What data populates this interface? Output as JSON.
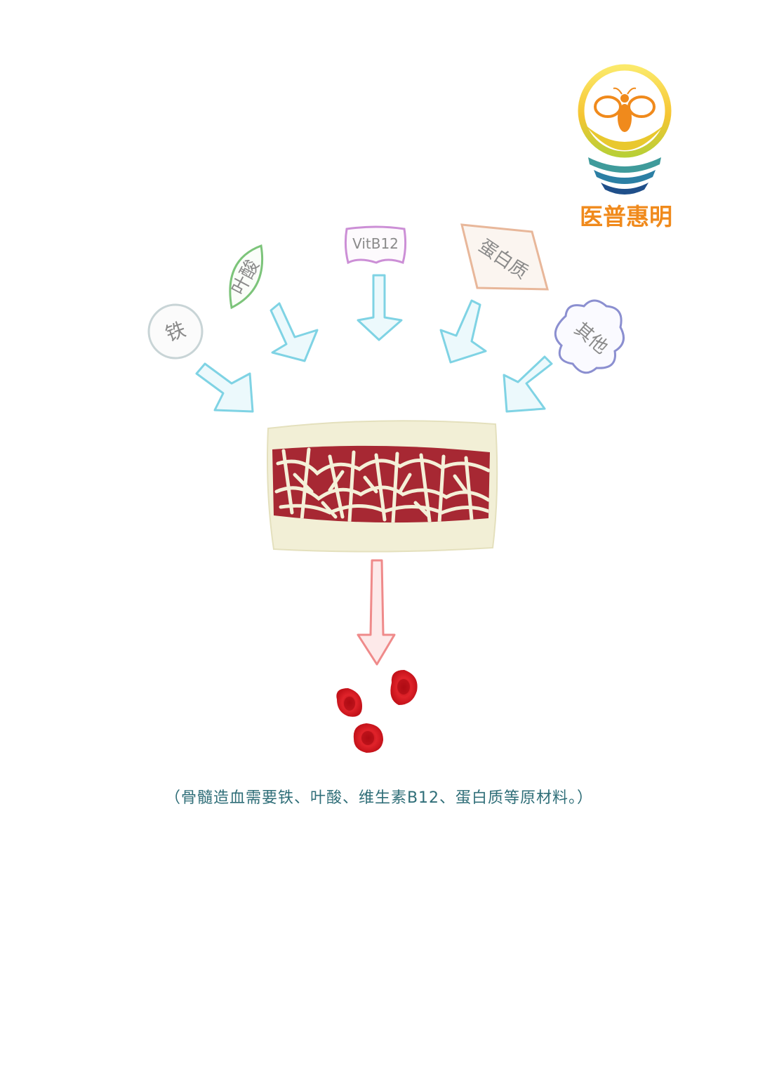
{
  "logo": {
    "name": "医普惠明"
  },
  "nutrients": [
    {
      "label": "铁",
      "color": "#c8d4d6"
    },
    {
      "label": "叶酸",
      "color": "#7cc47a"
    },
    {
      "label": "VitB12",
      "color": "#cc8fd6"
    },
    {
      "label": "蛋白质",
      "color": "#e8b79a"
    },
    {
      "label": "其他",
      "color": "#8b8fd0"
    }
  ],
  "colors": {
    "input_arrow": "#7fd3e4",
    "output_arrow": "#ef8a8a",
    "bone": "#f2efd6",
    "marrow": "#a72833",
    "red_cell": "#d8141c"
  },
  "caption": "（骨髓造血需要铁、叶酸、维生素B12、蛋白质等原材料。）"
}
